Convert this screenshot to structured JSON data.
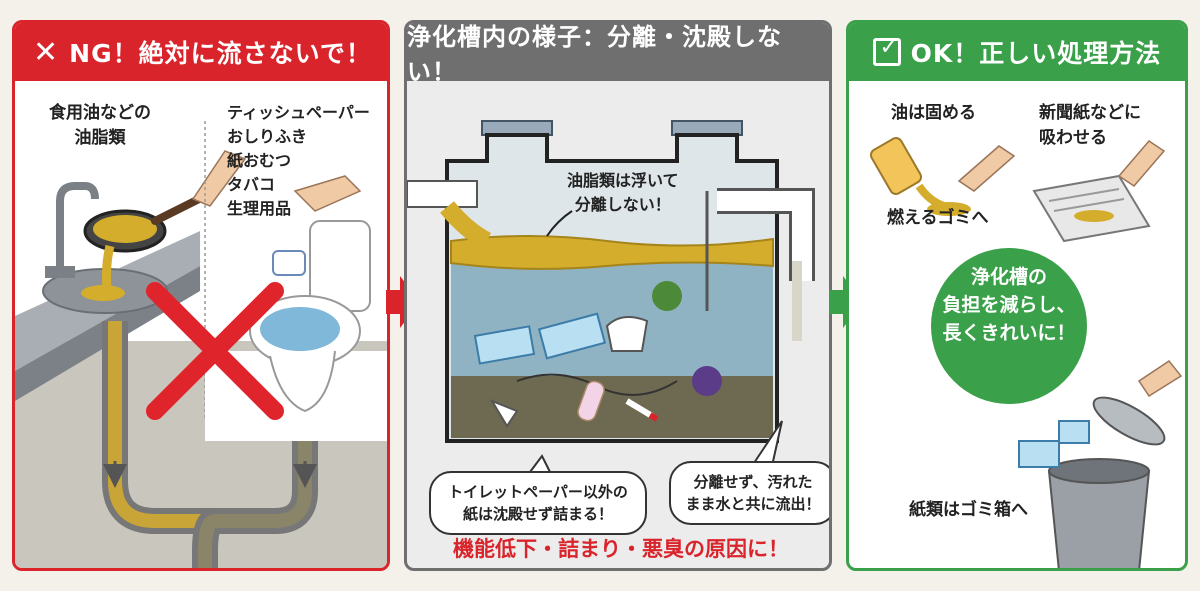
{
  "colors": {
    "ng": "#d9242b",
    "mid": "#6f6f6f",
    "ok": "#3aa04a",
    "grease": "#d4ad2c"
  },
  "ng_panel": {
    "title": "NG！絶対に流さないで！",
    "label_oil_line1": "食用油などの",
    "label_oil_line2": "油脂類",
    "label_paper_items": [
      "ティッシュペーパー",
      "おしりふき",
      "紙おむつ",
      "タバコ",
      "生理用品"
    ],
    "icon": "x-mark-icon"
  },
  "mid_panel": {
    "title": "浄化槽内の様子：分離・沈殿しない！",
    "callout_oil_line1": "油脂類は浮いて",
    "callout_oil_line2": "分離しない！",
    "bubble_paper_line1": "トイレットペーパー以外の",
    "bubble_paper_line2": "紙は沈殿せず詰まる！",
    "bubble_flow_line1": "分離せず、汚れた",
    "bubble_flow_line2": "まま水と共に流出！",
    "warning": "機能低下・詰まり・悪臭の原因に！"
  },
  "ok_panel": {
    "title": "OK！正しい処理方法",
    "icon": "checkbox-icon",
    "label_solidify": "油は固める",
    "label_newspaper_line1": "新聞紙などに",
    "label_newspaper_line2": "吸わせる",
    "label_burnable": "燃えるゴミへ",
    "circle_line1": "浄化槽の",
    "circle_line2": "負担を減らし、",
    "circle_line3": "長くきれいに！",
    "label_paper_bin": "紙類はゴミ箱へ"
  }
}
